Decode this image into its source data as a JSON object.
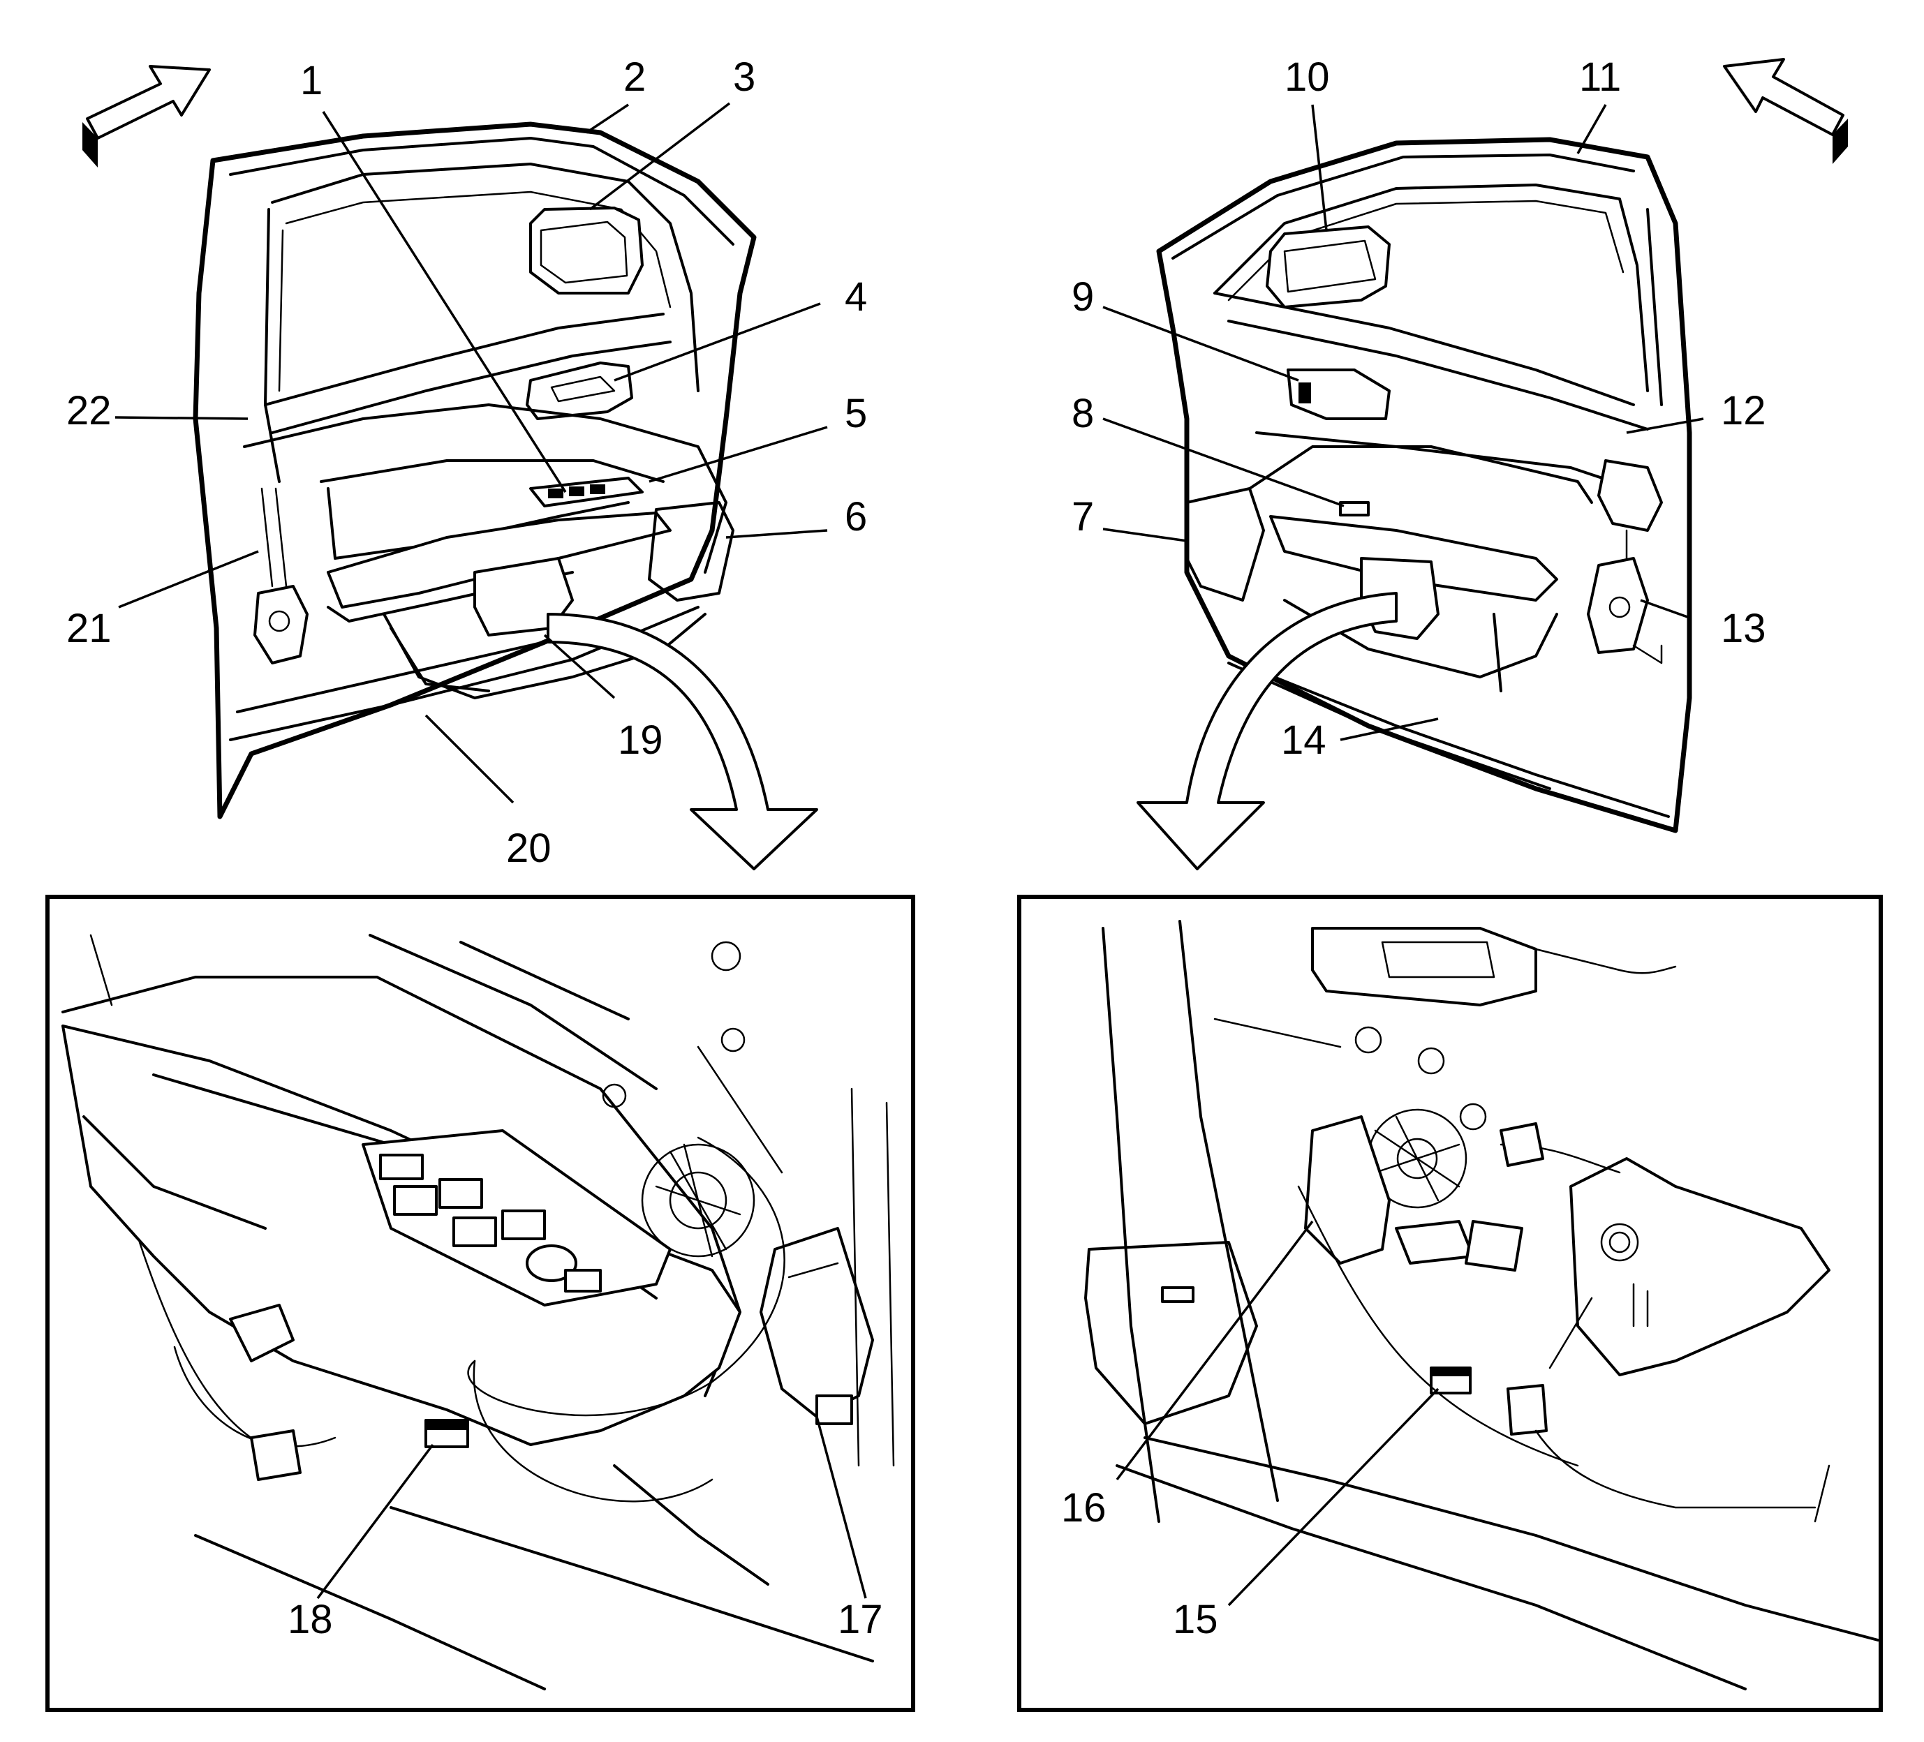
{
  "callouts": [
    "1",
    "2",
    "3",
    "4",
    "5",
    "6",
    "7",
    "8",
    "9",
    "10",
    "11",
    "12",
    "13",
    "14",
    "15",
    "16",
    "17",
    "18",
    "19",
    "20",
    "21",
    "22"
  ],
  "icons": {
    "left_direction_arrow": "forward-arrow-icon",
    "right_direction_arrow": "forward-arrow-icon",
    "left_zoom_arrow": "curved-down-arrow-icon",
    "right_zoom_arrow": "curved-down-arrow-icon"
  }
}
